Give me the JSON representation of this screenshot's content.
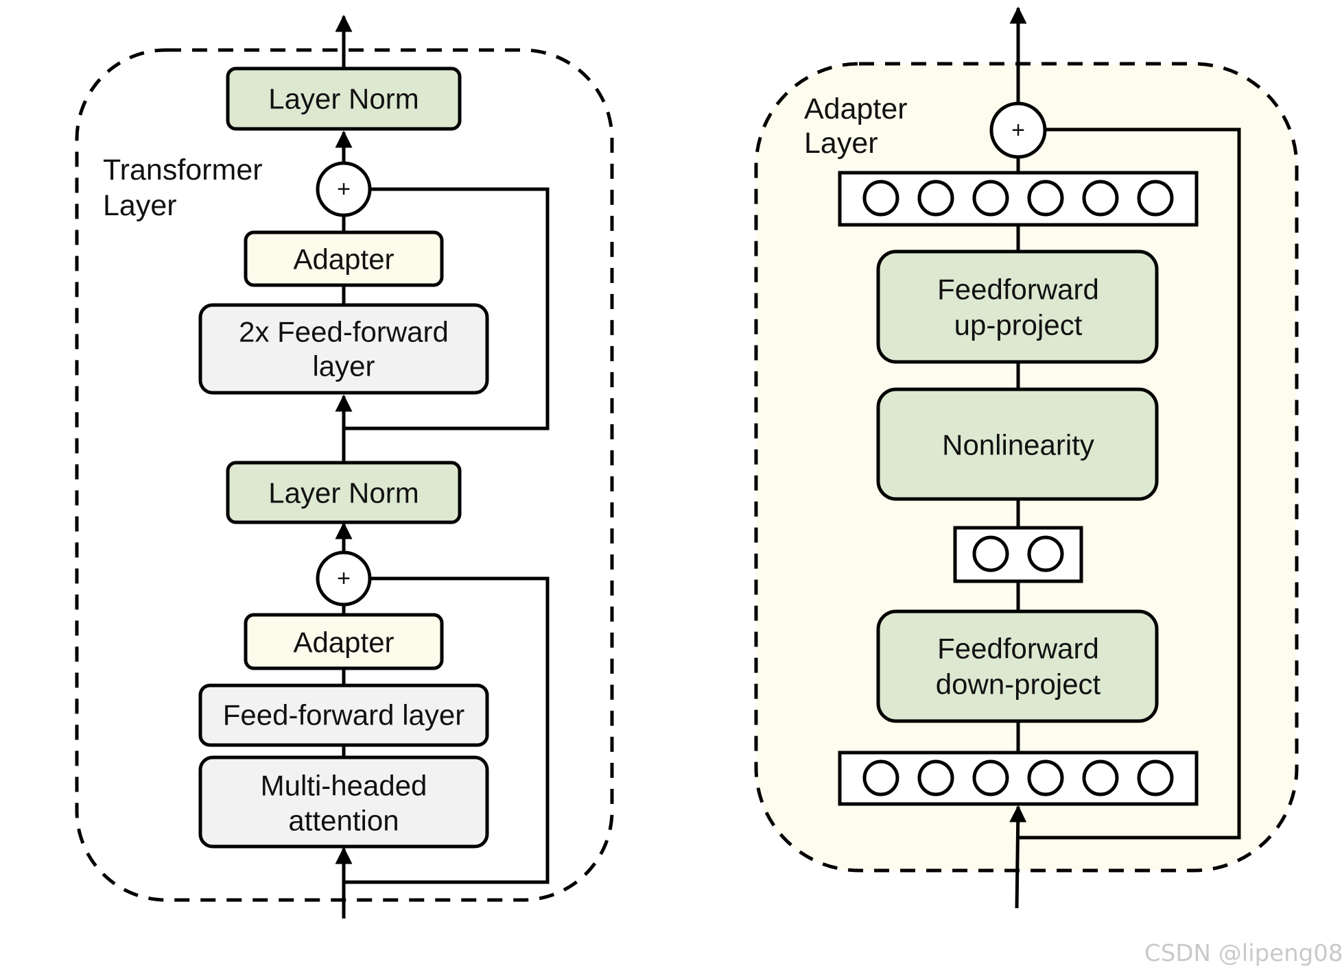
{
  "colors": {
    "green_box": "#dde8d1",
    "yellow_box": "#fdfbec",
    "gray_box": "#f2f2f2",
    "adapter_bg": "#fdfcee",
    "stroke": "#000000"
  },
  "transformer": {
    "group_label_1": "Transformer",
    "group_label_2": "Layer",
    "layer_norm_top": "Layer Norm",
    "adapter_top": "Adapter",
    "ffn2x_line1": "2x Feed-forward",
    "ffn2x_line2": "layer",
    "layer_norm_bottom": "Layer Norm",
    "adapter_bottom": "Adapter",
    "ffn": "Feed-forward layer",
    "mha_line1": "Multi-headed",
    "mha_line2": "attention",
    "plus": "+"
  },
  "adapter_layer": {
    "group_label_1": "Adapter",
    "group_label_2": "Layer",
    "up_line1": "Feedforward",
    "up_line2": "up-project",
    "nonlinearity": "Nonlinearity",
    "down_line1": "Feedforward",
    "down_line2": "down-project",
    "plus": "+",
    "top_neurons": 6,
    "middle_neurons": 2,
    "bottom_neurons": 6
  },
  "watermark": "CSDN @lipeng08"
}
